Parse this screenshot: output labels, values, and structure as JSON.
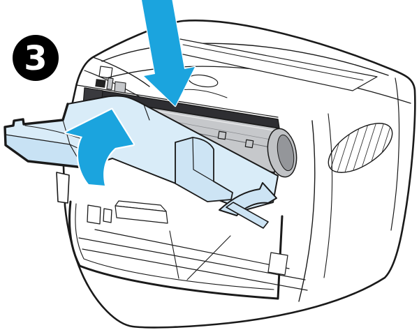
{
  "figure": {
    "step_number": "3",
    "description": "Printer manual illustration: insert the toner cartridge down into the open printer and rotate the front toner door up to close it",
    "badge": {
      "background": "#000000",
      "text_color": "#ffffff"
    }
  },
  "icons": {
    "step_badge": "step-3-badge",
    "insert_arrow": "down-arrow-icon",
    "close_arrow": "curved-up-arrow-icon"
  },
  "colors": {
    "accent_cyan": "#1BA4DE",
    "door_blue_light": "#D9ECF8",
    "door_blue_mid": "#CDE4F4",
    "cartridge_gray": "#C6C8CB",
    "cartridge_dark": "#323236",
    "line": "#1A1A1A",
    "background": "#FFFFFF"
  }
}
